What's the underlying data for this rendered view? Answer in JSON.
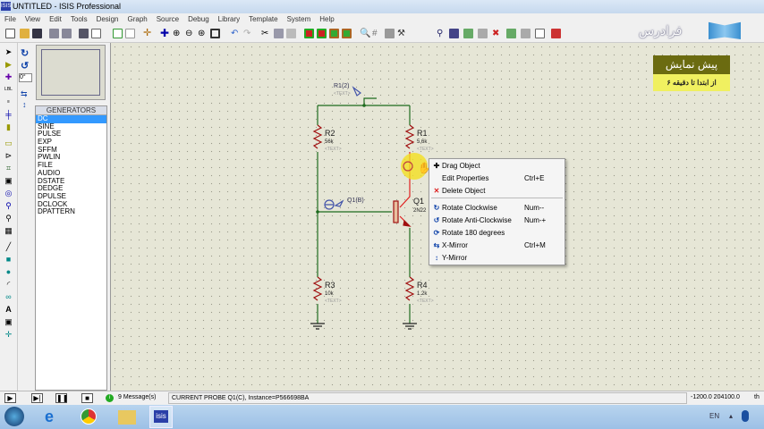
{
  "window": {
    "title": "UNTITLED - ISIS Professional",
    "logo": "ISIS"
  },
  "menu": [
    "File",
    "View",
    "Edit",
    "Tools",
    "Design",
    "Graph",
    "Source",
    "Debug",
    "Library",
    "Template",
    "System",
    "Help"
  ],
  "rotation_value": "0°",
  "generators": {
    "header": "GENERATORS",
    "items": [
      "DC",
      "SINE",
      "PULSE",
      "EXP",
      "SFFM",
      "PWLIN",
      "FILE",
      "AUDIO",
      "DSTATE",
      "DEDGE",
      "DPULSE",
      "DCLOCK",
      "DPATTERN"
    ],
    "selected": "DC"
  },
  "schematic": {
    "probe_top": "R1(2)",
    "probe_base": "Q1(B)",
    "text_placeholder": "<TEXT>",
    "components": [
      {
        "ref": "R2",
        "value": "56k"
      },
      {
        "ref": "R1",
        "value": "5.6k"
      },
      {
        "ref": "R3",
        "value": "10k"
      },
      {
        "ref": "R4",
        "value": "1.2k"
      },
      {
        "ref": "Q1",
        "value": "2N22"
      }
    ]
  },
  "context_menu": [
    {
      "icon": "move-icon",
      "label": "Drag Object",
      "shortcut": ""
    },
    {
      "icon": "",
      "label": "Edit Properties",
      "shortcut": "Ctrl+E"
    },
    {
      "icon": "delete-icon",
      "label": "Delete Object",
      "shortcut": ""
    },
    {
      "icon": "rotate-cw-icon",
      "label": "Rotate Clockwise",
      "shortcut": "Num--"
    },
    {
      "icon": "rotate-ccw-icon",
      "label": "Rotate Anti-Clockwise",
      "shortcut": "Num-+"
    },
    {
      "icon": "rotate-180-icon",
      "label": "Rotate 180 degrees",
      "shortcut": ""
    },
    {
      "icon": "x-mirror-icon",
      "label": "X-Mirror",
      "shortcut": "Ctrl+M"
    },
    {
      "icon": "y-mirror-icon",
      "label": "Y-Mirror",
      "shortcut": ""
    }
  ],
  "status": {
    "messages": "9 Message(s)",
    "text": "CURRENT PROBE Q1(C), Instance=P566698BA",
    "coords": "-1200.0  204100.0",
    "unit": "th"
  },
  "taskbar": {
    "lang": "EN",
    "isis_label": "isis"
  },
  "watermark": {
    "brand": "فرادرس",
    "title": "پیش نمایش",
    "subtitle": "از ابتدا تا دقیقه ۶"
  },
  "colors": {
    "wire": "#1e6b1e",
    "component": "#a01010",
    "selection": "#3399ff"
  }
}
